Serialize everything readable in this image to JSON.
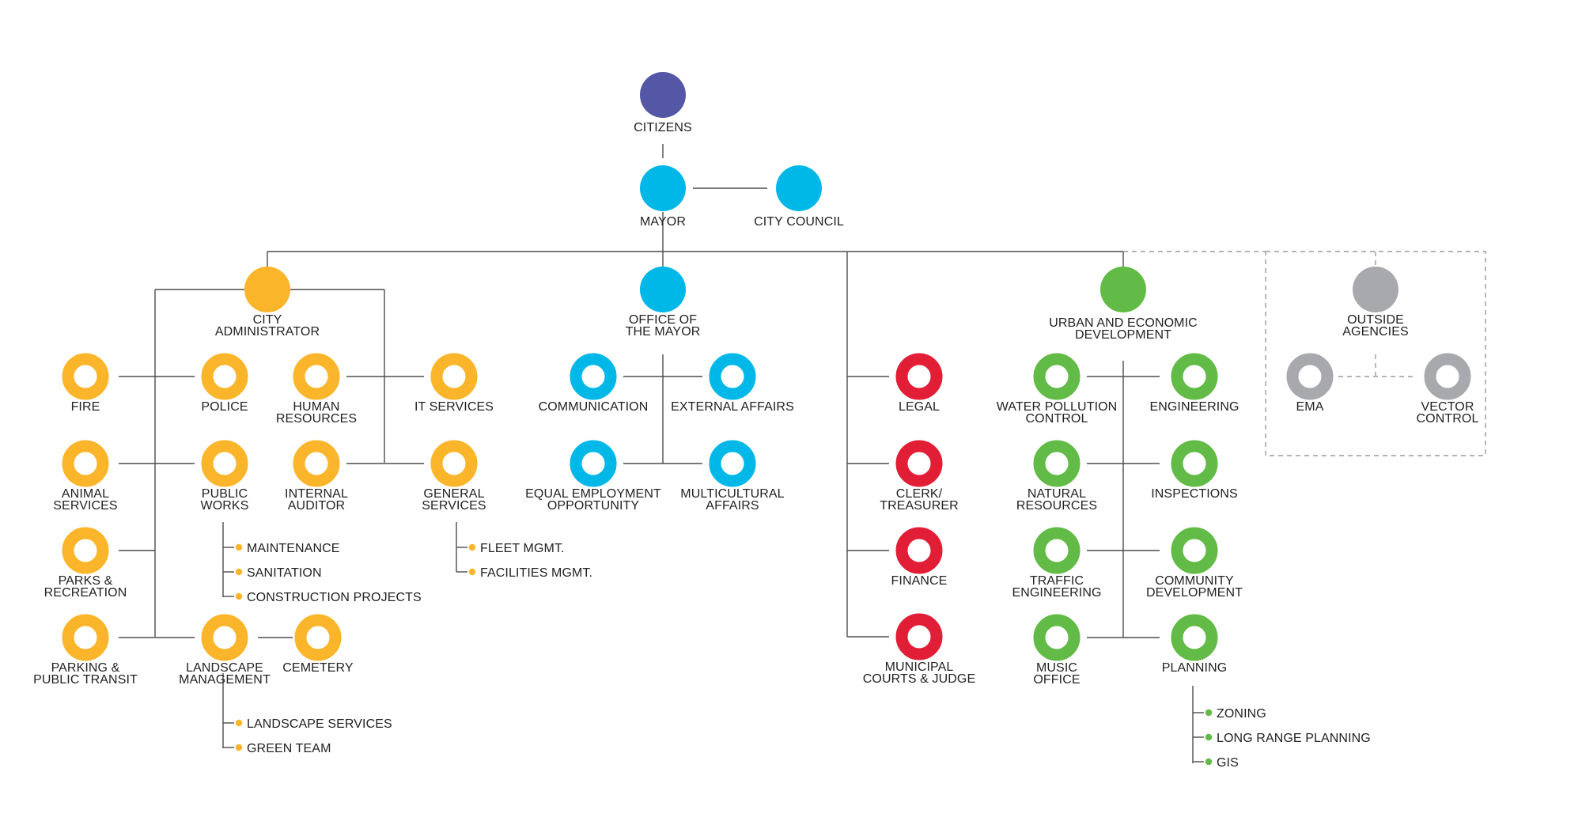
{
  "colors": {
    "citizens": "#5457a6",
    "blue": "#00b8e8",
    "orange": "#fbb52a",
    "red": "#e21e37",
    "green": "#62bb46",
    "gray": "#a7a9ac",
    "line": "#4d4d4d"
  },
  "nodes": {
    "citizens": {
      "label": [
        "CITIZENS"
      ]
    },
    "mayor": {
      "label": [
        "MAYOR"
      ]
    },
    "city_council": {
      "label": [
        "CITY COUNCIL"
      ]
    },
    "city_administrator": {
      "label": [
        "CITY",
        "ADMINISTRATOR"
      ]
    },
    "office_of_the_mayor": {
      "label": [
        "OFFICE OF",
        "THE MAYOR"
      ]
    },
    "urban_economic_development": {
      "label": [
        "URBAN AND ECONOMIC",
        "DEVELOPMENT"
      ]
    },
    "outside_agencies": {
      "label": [
        "OUTSIDE",
        "AGENCIES"
      ]
    },
    "fire": {
      "label": [
        "FIRE"
      ]
    },
    "police": {
      "label": [
        "POLICE"
      ]
    },
    "human_resources": {
      "label": [
        "HUMAN",
        "RESOURCES"
      ]
    },
    "it_services": {
      "label": [
        "IT SERVICES"
      ]
    },
    "animal_services": {
      "label": [
        "ANIMAL",
        "SERVICES"
      ]
    },
    "public_works": {
      "label": [
        "PUBLIC",
        "WORKS"
      ]
    },
    "internal_auditor": {
      "label": [
        "INTERNAL",
        "AUDITOR"
      ]
    },
    "general_services": {
      "label": [
        "GENERAL",
        "SERVICES"
      ]
    },
    "parks_recreation": {
      "label": [
        "PARKS &",
        "RECREATION"
      ]
    },
    "parking_public_transit": {
      "label": [
        "PARKING &",
        "PUBLIC TRANSIT"
      ]
    },
    "landscape_management": {
      "label": [
        "LANDSCAPE",
        "MANAGEMENT"
      ]
    },
    "cemetery": {
      "label": [
        "CEMETERY"
      ]
    },
    "communication": {
      "label": [
        "COMMUNICATION"
      ]
    },
    "external_affairs": {
      "label": [
        "EXTERNAL AFFAIRS"
      ]
    },
    "equal_employment_opportunity": {
      "label": [
        "EQUAL EMPLOYMENT",
        "OPPORTUNITY"
      ]
    },
    "multicultural_affairs": {
      "label": [
        "MULTICULTURAL",
        "AFFAIRS"
      ]
    },
    "legal": {
      "label": [
        "LEGAL"
      ]
    },
    "clerk_treasurer": {
      "label": [
        "CLERK/",
        "TREASURER"
      ]
    },
    "finance": {
      "label": [
        "FINANCE"
      ]
    },
    "municipal_courts_judge": {
      "label": [
        "MUNICIPAL",
        "COURTS & JUDGE"
      ]
    },
    "water_pollution_control": {
      "label": [
        "WATER POLLUTION",
        "CONTROL"
      ]
    },
    "engineering": {
      "label": [
        "ENGINEERING"
      ]
    },
    "natural_resources": {
      "label": [
        "NATURAL",
        "RESOURCES"
      ]
    },
    "inspections": {
      "label": [
        "INSPECTIONS"
      ]
    },
    "traffic_engineering": {
      "label": [
        "TRAFFIC",
        "ENGINEERING"
      ]
    },
    "community_development": {
      "label": [
        "COMMUNITY",
        "DEVELOPMENT"
      ]
    },
    "music_office": {
      "label": [
        "MUSIC",
        "OFFICE"
      ]
    },
    "planning": {
      "label": [
        "PLANNING"
      ]
    },
    "ema": {
      "label": [
        "EMA"
      ]
    },
    "vector_control": {
      "label": [
        "VECTOR",
        "CONTROL"
      ]
    }
  },
  "sub_items": {
    "public_works": [
      "MAINTENANCE",
      "SANITATION",
      "CONSTRUCTION PROJECTS"
    ],
    "general_services": [
      "FLEET MGMT.",
      "FACILITIES MGMT."
    ],
    "landscape_management": [
      "LANDSCAPE SERVICES",
      "GREEN TEAM"
    ],
    "planning": [
      "ZONING",
      "LONG RANGE PLANNING",
      "GIS"
    ]
  }
}
